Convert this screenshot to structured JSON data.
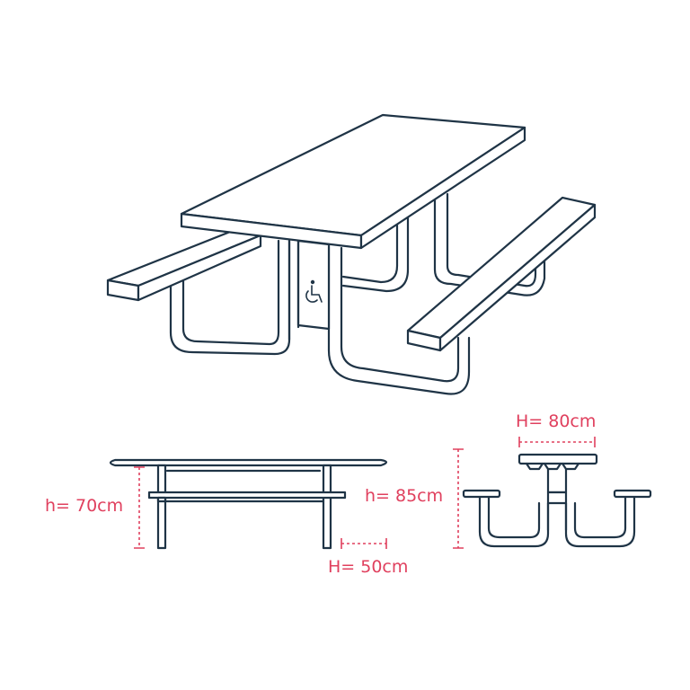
{
  "dimensions": {
    "side_height": "h= 70cm",
    "bench_clearance": "H= 50cm",
    "front_height": "h= 85cm",
    "table_width": "H= 80cm"
  },
  "colors": {
    "line": "#1f3446",
    "dimension": "#e0405e",
    "background": "#ffffff"
  },
  "icons": [
    "wheelchair-accessibility-icon"
  ]
}
